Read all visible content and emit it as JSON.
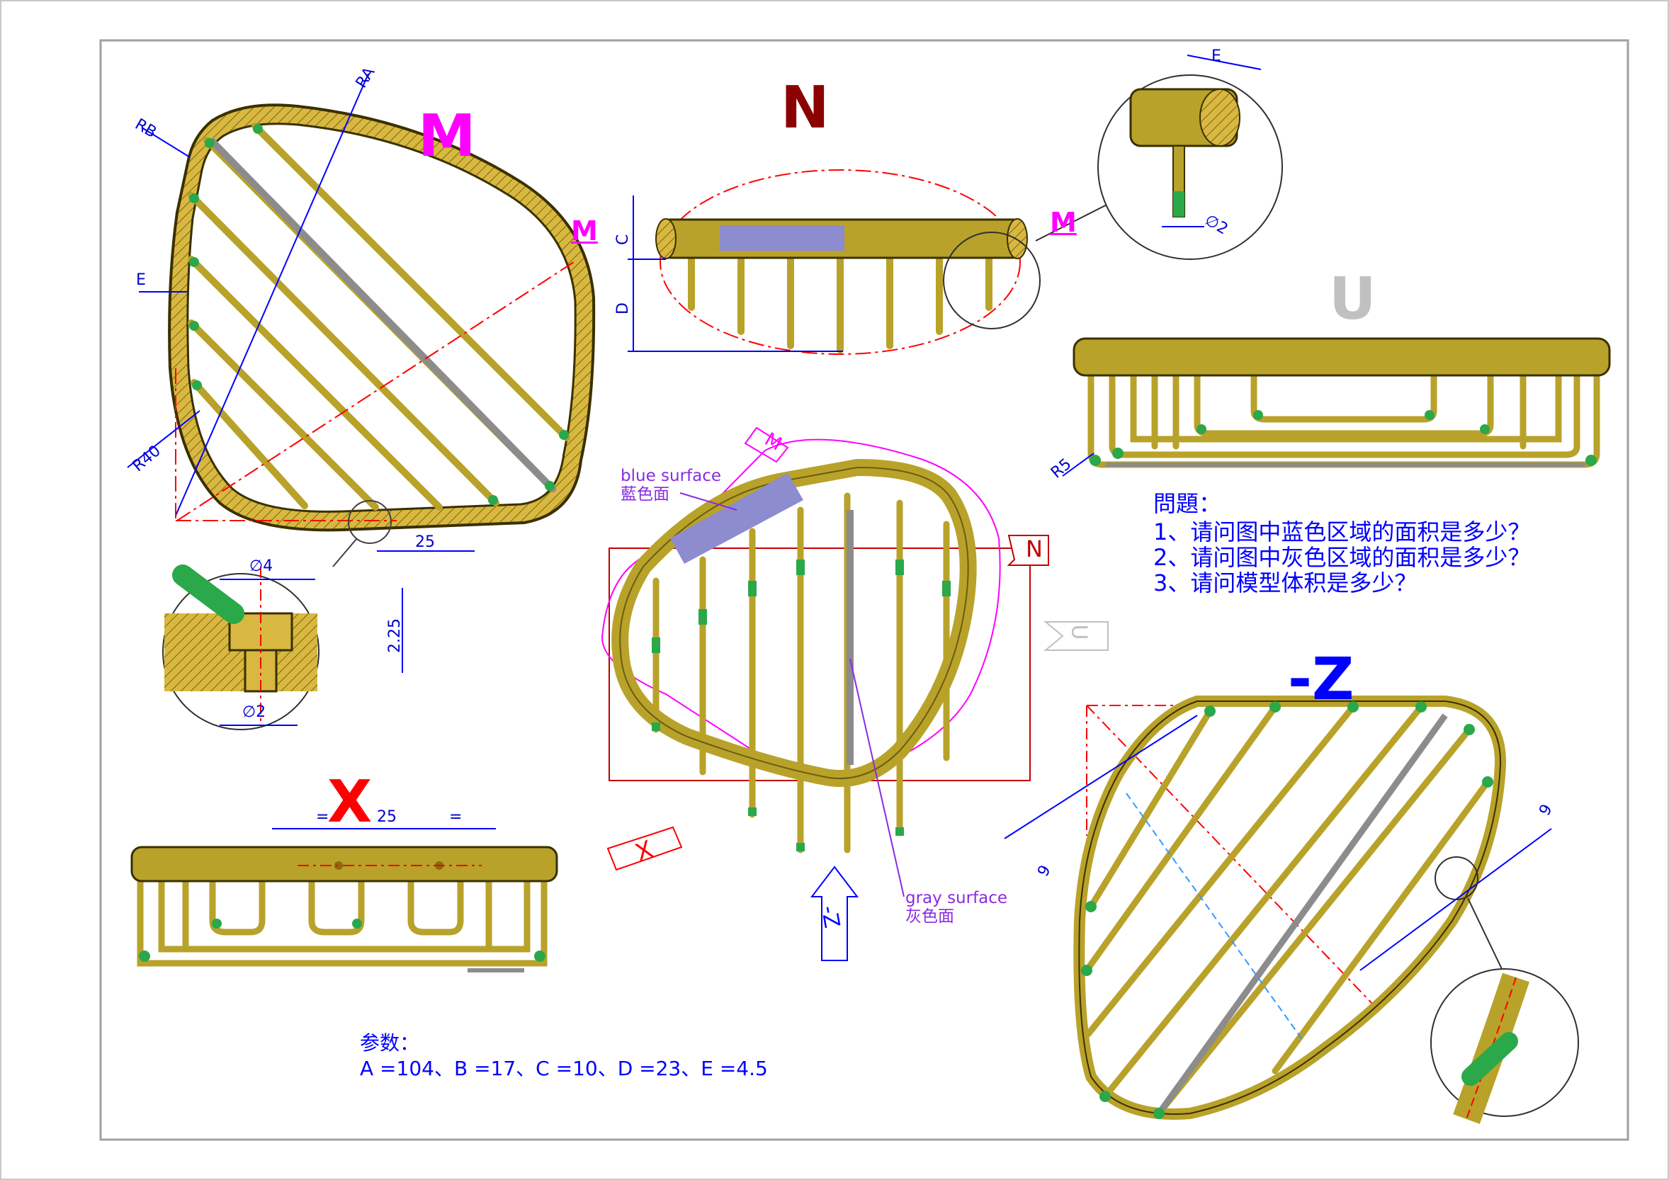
{
  "views": {
    "m": "M",
    "n": "N",
    "u": "U",
    "x": "X",
    "neg_z": "-Z",
    "section_m_left": "M",
    "section_m_right": "M",
    "iso_n_tag": "N",
    "iso_m_tag": "M",
    "arrow_u": "U",
    "arrow_x": "X",
    "arrow_neg_z": "-Z"
  },
  "dimensions": {
    "ra": "RA",
    "rb": "RB",
    "r40": "R40",
    "e_left": "E",
    "dim_25_m": "25",
    "dia4": "∅4",
    "dia2_detail": "∅2",
    "h225": "2.25",
    "c": "C",
    "d": "D",
    "e_top": "E",
    "dia2_top": "∅2",
    "r5": "R5",
    "eq1": "=",
    "dim_25_x": "25",
    "eq2": "=",
    "nine_left": "9",
    "nine_right": "9"
  },
  "surfaces": {
    "blue_en": "blue surface",
    "blue_zh": "藍色面",
    "gray_en": "gray surface",
    "gray_zh": "灰色面"
  },
  "questions": {
    "title": "問題：",
    "q1": "1、请问图中蓝色区域的面积是多少？",
    "q2": "2、请问图中灰色区域的面积是多少？",
    "q3": "3、请问模型体积是多少？"
  },
  "params": {
    "title": "参数：",
    "values": "A =104、B =17、C =10、D =23、E =4.5"
  },
  "colors": {
    "brass": "#b8a22a",
    "brass_dark": "#6b5c10",
    "tip_green": "#2aa84a",
    "blue_surface": "#8c8ccf",
    "gray_surface": "#8c8c8c",
    "dimension_blue": "#0000cc",
    "centerline_red": "#ff0000",
    "view_magenta": "#ff00ff"
  }
}
